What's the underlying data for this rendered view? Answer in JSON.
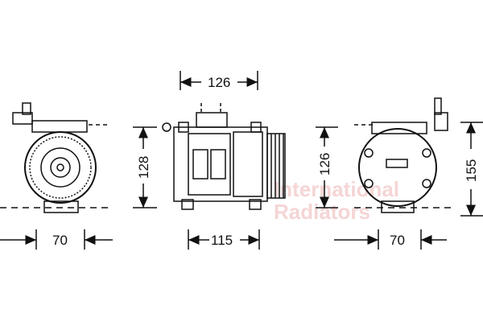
{
  "dimensions": {
    "front_width": "70",
    "side_top_length": "126",
    "side_height": "128",
    "side_bottom_length": "115",
    "rear_height_inner": "126",
    "rear_width": "70",
    "rear_height_outer": "155"
  },
  "watermark": {
    "line1": "International",
    "line2": "Radiators"
  },
  "colors": {
    "line": "#111111",
    "watermark": "#f2c8c8"
  }
}
